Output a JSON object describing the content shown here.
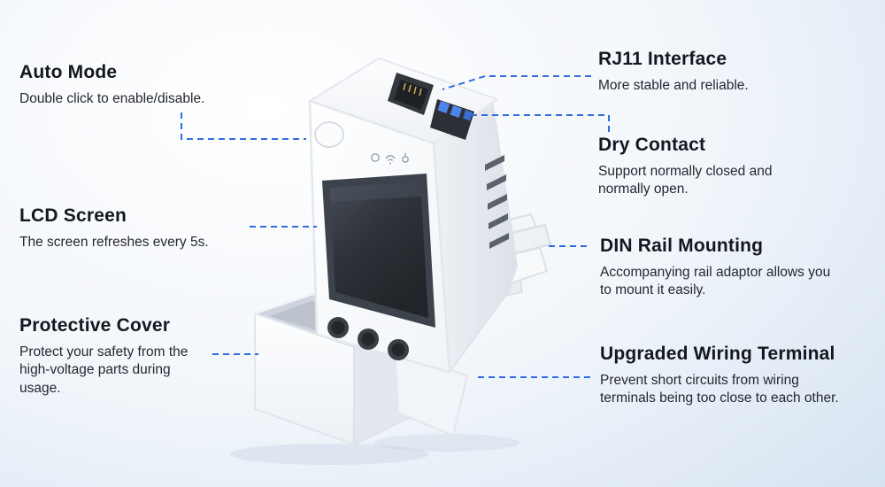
{
  "accent_color": "#2f6ce2",
  "background": {
    "gradient_from": "#ffffff",
    "gradient_to": "#d5e2f1"
  },
  "callouts": {
    "auto_mode": {
      "title": "Auto Mode",
      "desc": "Double click to enable/disable."
    },
    "lcd_screen": {
      "title": "LCD Screen",
      "desc": "The screen refreshes every 5s."
    },
    "protective_cover": {
      "title": "Protective Cover",
      "desc": "Protect your safety from the high-voltage parts during usage."
    },
    "rj11_interface": {
      "title": "RJ11 Interface",
      "desc": "More stable and reliable."
    },
    "dry_contact": {
      "title": "Dry Contact",
      "desc": "Support normally closed and normally open."
    },
    "din_rail_mounting": {
      "title": "DIN Rail Mounting",
      "desc": "Accompanying rail adaptor allows you to mount it easily."
    },
    "upgraded_wiring_terminal": {
      "title": "Upgraded Wiring Terminal",
      "desc": "Prevent short circuits from wiring terminals being too close to each other."
    }
  },
  "device_parts": [
    "auto-mode-button",
    "indicator-icons",
    "lcd-screen",
    "rj11-port",
    "dry-contact-terminal",
    "din-rail-adapter",
    "wiring-terminals",
    "protective-cover"
  ]
}
